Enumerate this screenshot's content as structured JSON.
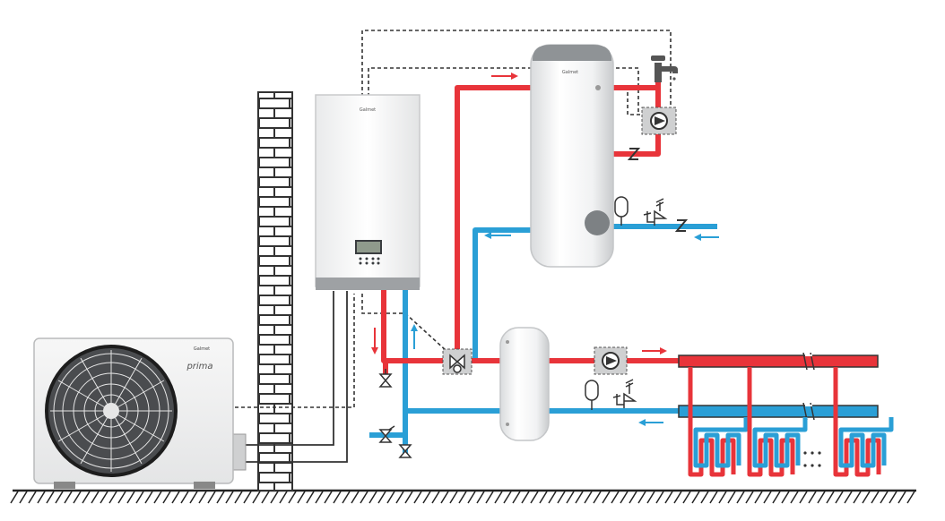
{
  "labels": {
    "outdoor_unit_brand": "Galmet",
    "outdoor_unit_model": "prima",
    "indoor_unit_brand": "Galmet",
    "hot_water_tank_brand": "Galmet"
  },
  "colors": {
    "supply": "#e8343a",
    "return": "#2a9fd6",
    "control_wire": "#333333",
    "unit_body": "#f4f5f6"
  },
  "icons": [
    "faucet-icon",
    "circulation-pump-icon",
    "check-valve-icon",
    "expansion-vessel-icon",
    "safety-valve-icon",
    "three-way-valve-icon",
    "ball-valve-icon",
    "fan-icon"
  ]
}
